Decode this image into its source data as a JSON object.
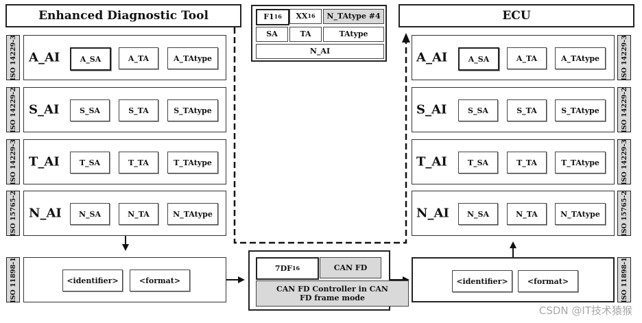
{
  "left_node": {
    "title": "Enhanced Diagnostic Tool",
    "layers": [
      {
        "name": "A_AI",
        "iso": "ISO 14229-3",
        "fields": [
          "A_SA",
          "A_TA",
          "A_TAtype"
        ]
      },
      {
        "name": "S_AI",
        "iso": "ISO 14229-2",
        "fields": [
          "S_SA",
          "S_TA",
          "S_TAtype"
        ]
      },
      {
        "name": "T_AI",
        "iso": "ISO 14229-3",
        "fields": [
          "T_SA",
          "T_TA",
          "T_TAtype"
        ]
      },
      {
        "name": "N_AI",
        "iso": "ISO 15765-2",
        "fields": [
          "N_SA",
          "N_TA",
          "N_TAtype"
        ]
      }
    ],
    "datalink": {
      "iso": "ISO 11898-1",
      "fields": [
        "<identifier>",
        "<format>"
      ]
    }
  },
  "right_node": {
    "title": "ECU",
    "layers": [
      {
        "name": "A_AI",
        "iso": "ISO 14229-3",
        "fields": [
          "A_SA",
          "A_TA",
          "A_TAtype"
        ]
      },
      {
        "name": "S_AI",
        "iso": "ISO 14229-2",
        "fields": [
          "S_SA",
          "S_TA",
          "S_TAtype"
        ]
      },
      {
        "name": "T_AI",
        "iso": "ISO 14229-3",
        "fields": [
          "T_SA",
          "T_TA",
          "T_TAtype"
        ]
      },
      {
        "name": "N_AI",
        "iso": "ISO 15765-2",
        "fields": [
          "N_SA",
          "N_TA",
          "N_TAtype"
        ]
      }
    ],
    "datalink": {
      "iso": "ISO 11898-1",
      "fields": [
        "<identifier>",
        "<format>"
      ]
    }
  },
  "n_ai_mapping": {
    "row1": [
      {
        "text": "F1",
        "sub": "16"
      },
      {
        "text": "XX",
        "sub": "16"
      },
      {
        "text": "N_TAtype #4",
        "sub": ""
      }
    ],
    "row2": [
      "SA",
      "TA",
      "TAtype"
    ],
    "row3": "N_AI"
  },
  "can_frame": {
    "identifier": {
      "text": "7DF",
      "sub": "16"
    },
    "format": "CAN FD",
    "controller": "CAN FD Controller in CAN FD frame mode"
  },
  "watermark": "CSDN @IT技术猿猴"
}
